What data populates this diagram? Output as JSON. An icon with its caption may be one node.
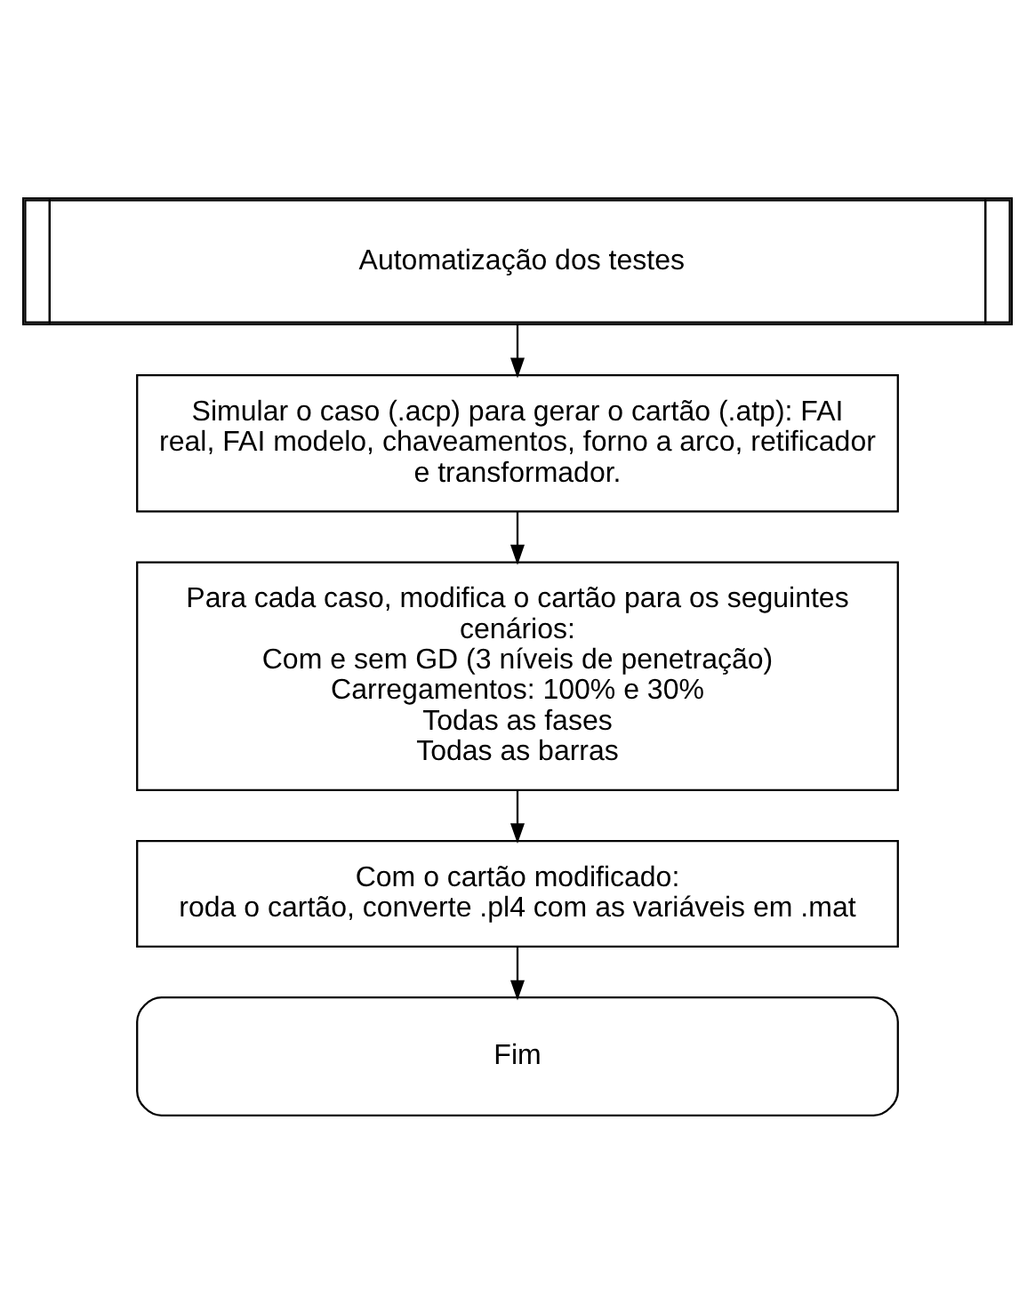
{
  "diagram": {
    "nodes": [
      {
        "text": [
          "Automatização dos testes"
        ]
      },
      {
        "text": [
          "Simular o caso (.acp) para gerar o cartão (.atp): FAI real, FAI modelo, chaveamentos, forno a arco, retificador e transformador."
        ]
      },
      {
        "text": [
          "Para cada caso, modifica o cartão para os seguintes cenários:",
          "Com e sem GD (3 níveis de penetração)",
          "Carregamentos: 100% e 30%",
          "Todas as fases",
          "Todas as barras"
        ]
      },
      {
        "text": [
          "Com o cartão modificado:",
          "roda o cartão, converte .pl4 com as variáveis em .mat"
        ]
      },
      {
        "text": [
          "Fim"
        ]
      }
    ],
    "edges": [
      {
        "from": 0,
        "to": 1,
        "arrow": "to"
      },
      {
        "from": 1,
        "to": 2,
        "arrow": "to"
      },
      {
        "from": 2,
        "to": 3,
        "arrow": "to"
      },
      {
        "from": 3,
        "to": 4,
        "arrow": "to"
      }
    ]
  }
}
